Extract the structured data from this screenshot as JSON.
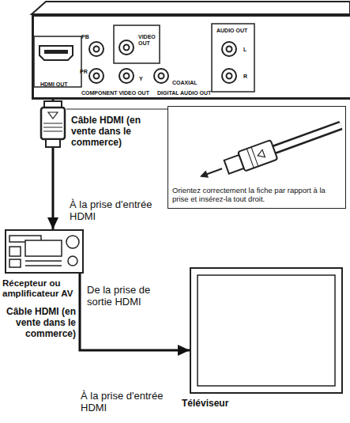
{
  "diagram": {
    "nodes": [
      {
        "text": [
          "PB",
          "VIDEO OUT",
          "PR",
          "Y",
          "HDMI OUT",
          "COMPONENT VIDEO OUT",
          "COAXIAL",
          "DIGITAL AUDIO OUT",
          "AUDIO OUT",
          "L",
          "R"
        ]
      },
      {
        "text": [
          "Orientez correctement la fiche par rapport à la prise et insérez-la tout droit."
        ]
      },
      {
        "text": [
          "Récepteur ou amplificateur AV"
        ]
      },
      {
        "text": [
          "Téléviseur"
        ]
      }
    ],
    "edges": [
      {
        "from": 0,
        "to": 2,
        "arrow": "to",
        "label": "Câble HDMI (en vente dans le commerce)"
      },
      {
        "from": 2,
        "to": 3,
        "arrow": "to",
        "label": "Câble HDMI (en vente dans le commerce)"
      }
    ],
    "labels": [
      "À la prise d'entrée HDMI",
      "De la prise de sortie HDMI",
      "À la prise d'entrée HDMI"
    ]
  }
}
